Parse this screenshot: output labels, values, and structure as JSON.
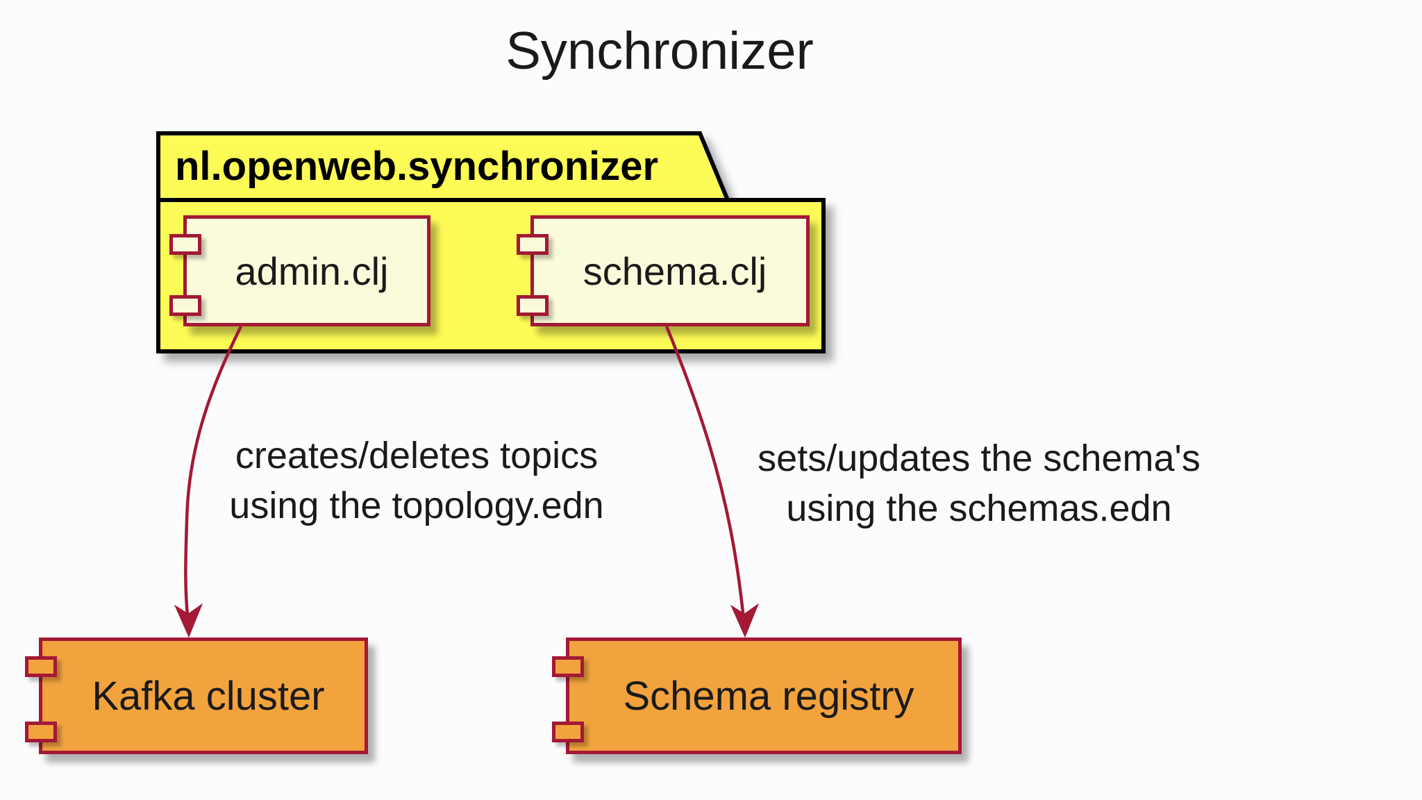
{
  "diagram": {
    "title": "Synchronizer",
    "package": {
      "name": "nl.openweb.synchronizer",
      "components": [
        {
          "label": "admin.clj"
        },
        {
          "label": "schema.clj"
        }
      ]
    },
    "external_components": [
      {
        "label": "Kafka cluster"
      },
      {
        "label": "Schema registry"
      }
    ],
    "edges": [
      {
        "from": "admin.clj",
        "to": "Kafka cluster",
        "label_lines": [
          "creates/deletes topics",
          "using the topology.edn"
        ]
      },
      {
        "from": "schema.clj",
        "to": "Schema registry",
        "label_lines": [
          "sets/updates the schema's",
          "using the schemas.edn"
        ]
      }
    ],
    "colors": {
      "background": "#FCFCFC",
      "package_fill": "#FDFB57",
      "package_border": "#000000",
      "inner_component_fill": "#FBFBDC",
      "external_component_fill": "#F2A33E",
      "component_border": "#A31936",
      "arrow": "#A31936",
      "text": "#1A1A1A"
    }
  }
}
